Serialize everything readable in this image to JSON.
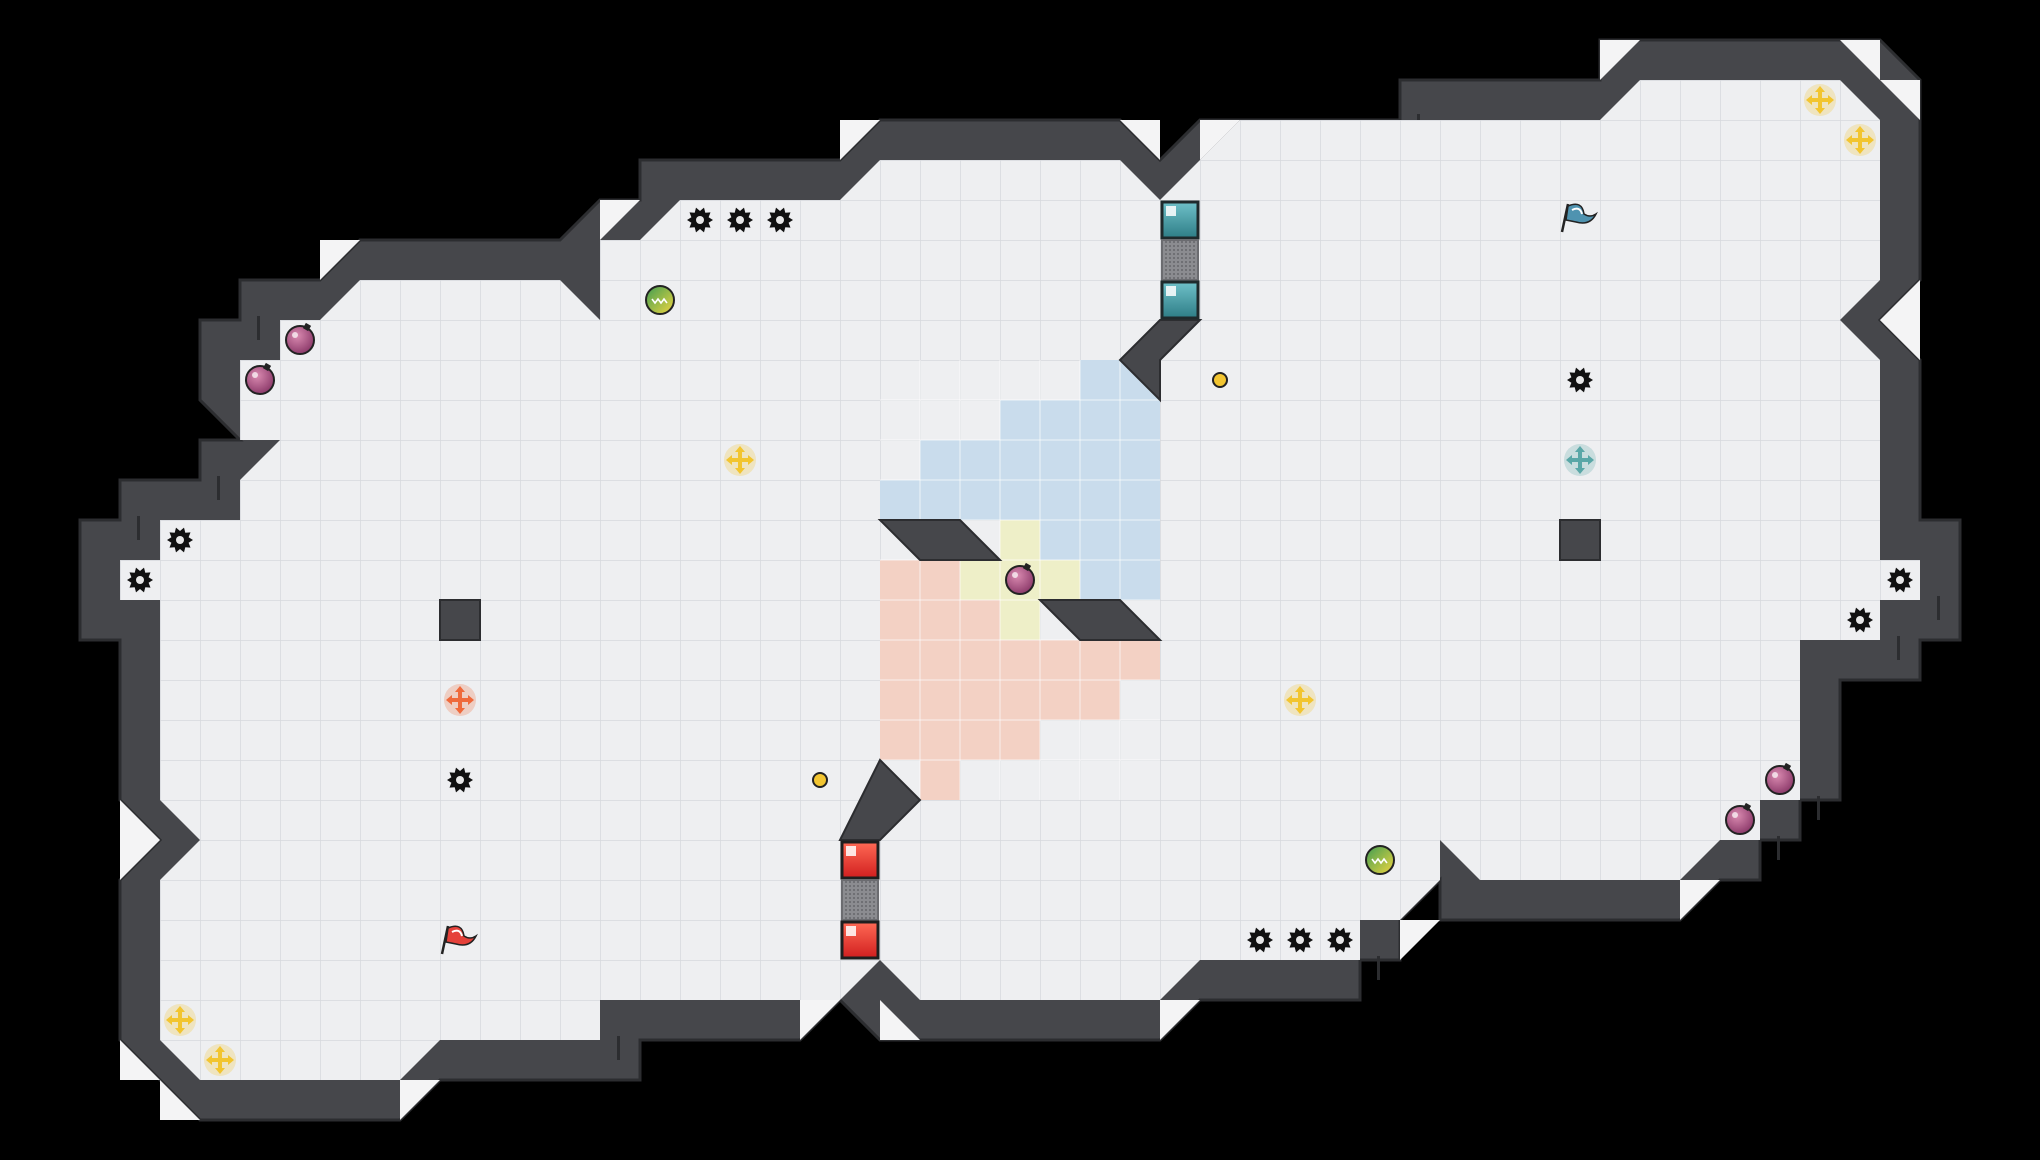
{
  "theme": {
    "background": "#000000",
    "floor": "#eeeff1",
    "grid_line": "#d7d9dd",
    "wall": "#46474b",
    "wall_dark": "#2c2d30",
    "wall_highlight": "#f4f4f5",
    "zone_blue": "#c9dcec",
    "zone_red": "#f3d1c4",
    "zone_yellow": "#eeefc8"
  },
  "teams": [
    {
      "name": "red",
      "color": "#e5413a"
    },
    {
      "name": "blue",
      "color": "#4f93b0"
    }
  ],
  "board": {
    "tile_grid": true,
    "territories": [
      "red",
      "blue",
      "neutral-yellow"
    ]
  },
  "entities": [
    {
      "kind": "flag",
      "team": "red",
      "icon": "red-flag-icon"
    },
    {
      "kind": "flag",
      "team": "blue",
      "icon": "blue-flag-icon"
    },
    {
      "kind": "gate",
      "team": "red",
      "icon": "red-gate-icon"
    },
    {
      "kind": "gate",
      "team": "blue",
      "icon": "blue-gate-icon"
    },
    {
      "kind": "spike",
      "icon": "spike-icon"
    },
    {
      "kind": "bomb",
      "icon": "bomb-icon"
    },
    {
      "kind": "boost",
      "icon": "boost-icon"
    },
    {
      "kind": "speed-powerup",
      "icon": "speed-powerup-icon"
    },
    {
      "kind": "portal",
      "icon": "portal-icon"
    },
    {
      "kind": "button",
      "icon": "button-icon"
    }
  ]
}
